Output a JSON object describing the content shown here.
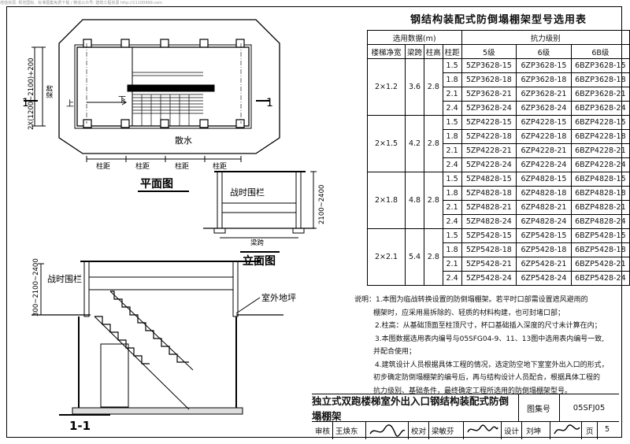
{
  "watermark": "增值资源: 规范国标、标准图集免费下载 / 微信公众号: 建筑工程资源 http://11100999.com",
  "drawings": {
    "plan": {
      "title": "平面图",
      "dim_vertical": "2X(1200~2100)+200",
      "beam_span": "梁跨",
      "column_spacing": "柱距",
      "up": "上",
      "down": "下",
      "drainage": "散水",
      "section_mark": "1"
    },
    "elevation": {
      "title": "立面图",
      "railing": "战时围栏",
      "height_dim": "2100~2400",
      "beam_span": "梁跨"
    },
    "section": {
      "title": "1-1",
      "railing": "战时围栏",
      "height_dim": "300~2100~2400",
      "ground": "室外地坪"
    }
  },
  "table": {
    "title": "钢结构装配式防倒塌棚架型号选用表",
    "header_selection": "选用数据(m)",
    "header_level": "抗力级别",
    "sub_headers": [
      "楼梯净宽",
      "梁跨",
      "柱高",
      "柱距",
      "5级",
      "6级",
      "6B级"
    ],
    "groups": [
      {
        "width": "2×1.2",
        "span": "3.6",
        "height": "2.8",
        "rows": [
          {
            "dist": "1.5",
            "g5": "5ZP3628-15",
            "g6": "6ZP3628-15",
            "g6b": "6BZP3628-15"
          },
          {
            "dist": "1.8",
            "g5": "5ZP3628-18",
            "g6": "6ZP3628-18",
            "g6b": "6BZP3628-18"
          },
          {
            "dist": "2.1",
            "g5": "5ZP3628-21",
            "g6": "6ZP3628-21",
            "g6b": "6BZP3628-21"
          },
          {
            "dist": "2.4",
            "g5": "5ZP3628-24",
            "g6": "6ZP3628-24",
            "g6b": "6BZP3628-24"
          }
        ]
      },
      {
        "width": "2×1.5",
        "span": "4.2",
        "height": "2.8",
        "rows": [
          {
            "dist": "1.5",
            "g5": "5ZP4228-15",
            "g6": "6ZP4228-15",
            "g6b": "6BZP4228-15"
          },
          {
            "dist": "1.8",
            "g5": "5ZP4228-18",
            "g6": "6ZP4228-18",
            "g6b": "6BZP4228-18"
          },
          {
            "dist": "2.1",
            "g5": "5ZP4228-21",
            "g6": "6ZP4228-21",
            "g6b": "6BZP4228-21"
          },
          {
            "dist": "2.4",
            "g5": "5ZP4228-24",
            "g6": "6ZP4228-24",
            "g6b": "6BZP4228-24"
          }
        ]
      },
      {
        "width": "2×1.8",
        "span": "4.8",
        "height": "2.8",
        "rows": [
          {
            "dist": "1.5",
            "g5": "5ZP4828-15",
            "g6": "6ZP4828-15",
            "g6b": "6BZP4828-15"
          },
          {
            "dist": "1.8",
            "g5": "5ZP4828-18",
            "g6": "6ZP4828-18",
            "g6b": "6BZP4828-18"
          },
          {
            "dist": "2.1",
            "g5": "5ZP4828-21",
            "g6": "6ZP4828-21",
            "g6b": "6BZP4828-21"
          },
          {
            "dist": "2.4",
            "g5": "5ZP4828-24",
            "g6": "6ZP4828-24",
            "g6b": "6BZP4828-24"
          }
        ]
      },
      {
        "width": "2×2.1",
        "span": "5.4",
        "height": "2.8",
        "rows": [
          {
            "dist": "1.5",
            "g5": "5ZP5428-15",
            "g6": "6ZP5428-15",
            "g6b": "6BZP5428-15"
          },
          {
            "dist": "1.8",
            "g5": "5ZP5428-18",
            "g6": "6ZP5428-18",
            "g6b": "6BZP5428-18"
          },
          {
            "dist": "2.1",
            "g5": "5ZP5428-21",
            "g6": "6ZP5428-21",
            "g6b": "6BZP5428-21"
          },
          {
            "dist": "2.4",
            "g5": "5ZP5428-24",
            "g6": "6ZP5428-24",
            "g6b": "6BZP5428-24"
          }
        ]
      }
    ]
  },
  "notes": {
    "label": "说明：",
    "lines": [
      "1.本图为临战转换设置的防倒塌棚架。若平时口部需设置遮风避雨的",
      "棚架时，应采用易拆除的、轻质的材料构建，也可封堵口部；",
      "2.柱高：从基础顶面至柱顶尺寸，杯口基础插入深度的尺寸未计算在内；",
      "3.本图数据选用表内编号与05SFG04-9、11、13图中选用表内编号一致,",
      "并配合使用；",
      "4.建筑设计人员根据具体工程的情况，选定防空地下室室外出入口的形式，",
      "初步确定防倒塌棚架的编号后，再与结构设计人员配合，根据具体工程的",
      "抗力级别、基础条件，最终确定工程所选用的防倒塌棚架型号。"
    ]
  },
  "title_block": {
    "title": "独立式双跑楼梯室外出入口钢结构装配式防倒塌棚架",
    "atlas_label": "图集号",
    "atlas_no": "05SFJ05",
    "review_label": "审核",
    "reviewer": "王焕东",
    "check_label": "校对",
    "checker": "梁敏芬",
    "design_label": "设计",
    "designer": "刘坤",
    "page_label": "页",
    "page_no": "5"
  }
}
